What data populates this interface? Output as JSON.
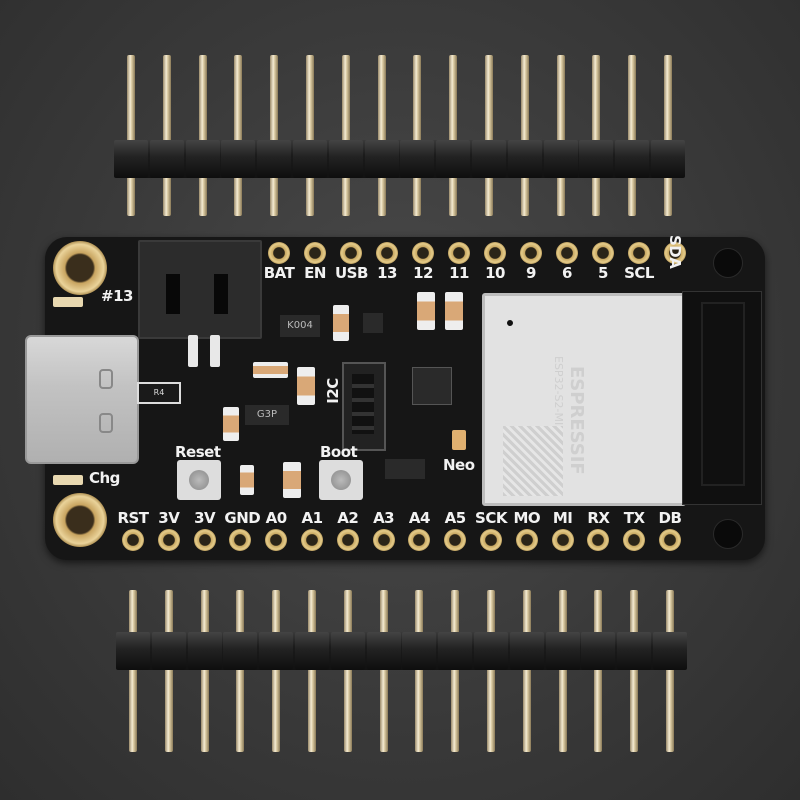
{
  "top_pin_labels": [
    "BAT",
    "EN",
    "USB",
    "13",
    "12",
    "11",
    "10",
    "9",
    "6",
    "5",
    "SCL",
    "SDA"
  ],
  "bottom_pin_labels": [
    "RST",
    "3V",
    "3V",
    "GND",
    "A0",
    "A1",
    "A2",
    "A3",
    "A4",
    "A5",
    "SCK",
    "MO",
    "MI",
    "RX",
    "TX",
    "DB"
  ],
  "silkscreen": {
    "led13": "#13",
    "charge": "Chg",
    "reset": "Reset",
    "boot": "Boot",
    "i2c": "I2C",
    "neopixel": "Neo",
    "r4": "R4",
    "g3p": "G3P"
  },
  "module": {
    "brand": "ESPRESSIF",
    "model": "ESP32-S2-MINI-1"
  },
  "header_pin_count": 16,
  "colors": {
    "pcb": "#161616",
    "gold": "#e5cc8a",
    "module": "#e0e0e0",
    "background": "#3a3a3a"
  }
}
